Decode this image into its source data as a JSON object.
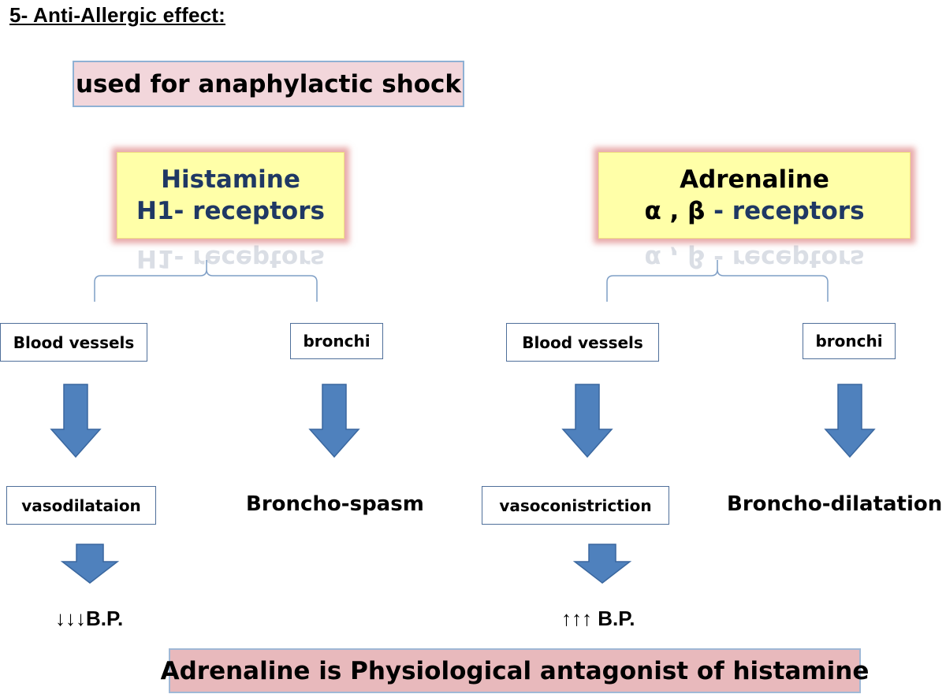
{
  "heading": "5- Anti-Allergic effect:",
  "use_note": "used for anaphylactic shock",
  "histamine": {
    "title": "Histamine",
    "receptor": "H1- receptors",
    "reflection": "H1- receptors",
    "targets": {
      "blood_vessels": {
        "label": "Blood vessels",
        "effect": "vasodilataion",
        "bp": "↓↓↓B.P."
      },
      "bronchi": {
        "label": "bronchi",
        "effect": "Broncho-spasm"
      }
    }
  },
  "adrenaline": {
    "title": "Adrenaline",
    "receptor_alpha": "α",
    "receptor_sep": " , ",
    "receptor_beta": "β",
    "receptor_suffix": " - receptors",
    "reflection": "α , β - receptors",
    "targets": {
      "blood_vessels": {
        "label": "Blood vessels",
        "effect": "vasoconistriction",
        "bp": "↑↑↑ B.P."
      },
      "bronchi": {
        "label": "bronchi",
        "effect": "Broncho-dilatation"
      }
    }
  },
  "conclusion": "Adrenaline is Physiological antagonist of histamine",
  "colors": {
    "arrow_fill": "#4f81bd",
    "arrow_stroke": "#3a679f",
    "pink_box": "#f2d6db",
    "yellow_box": "#ffffa8",
    "box_text": "#1f3864"
  }
}
